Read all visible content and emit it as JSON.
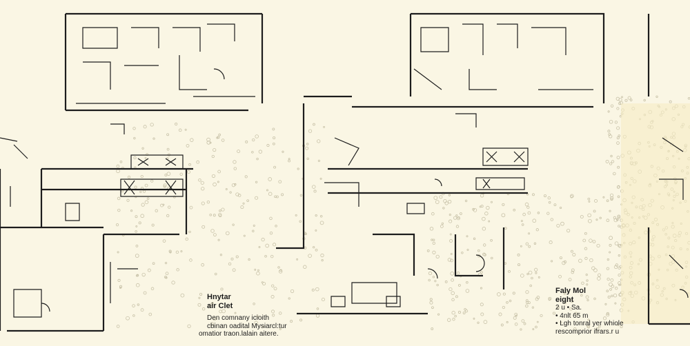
{
  "colors": {
    "background": "#faf6e4",
    "ink": "#1c1c1c",
    "speckle": "#c8c2a8",
    "tint": "#f6ecc4"
  },
  "captions": [
    {
      "title": [
        "Hnytar",
        "air Clet"
      ],
      "lines": [
        "Den comnany icioith",
        "cbinan oadital Mysiarcl:tur",
        "omatior traon.lalain aitere."
      ]
    },
    {
      "title": [
        "Faly Mol",
        "eight"
      ],
      "lines": [
        "2 u • Sa.",
        "• 4nlt 65 m",
        "• Lgh tonral yer whiole",
        "rescomprior ifrars.r u"
      ]
    }
  ]
}
